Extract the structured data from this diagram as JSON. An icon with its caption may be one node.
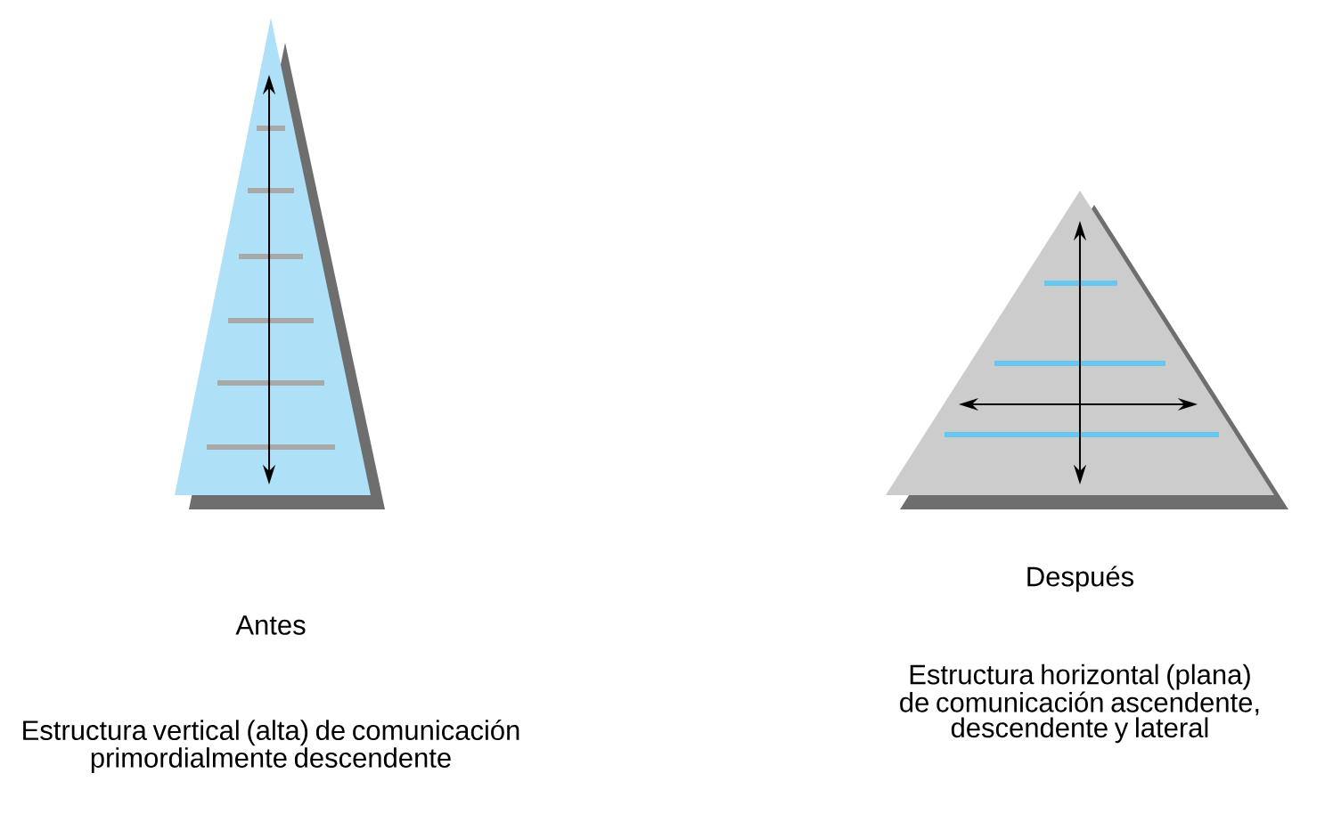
{
  "diagram": {
    "labels": [
      "Antes",
      "Estructura vertical (alta) de comunicación primordialmente descendente",
      "Después",
      "Estructura horizontal (plana) de comunicación ascendente, descendente y lateral"
    ]
  }
}
